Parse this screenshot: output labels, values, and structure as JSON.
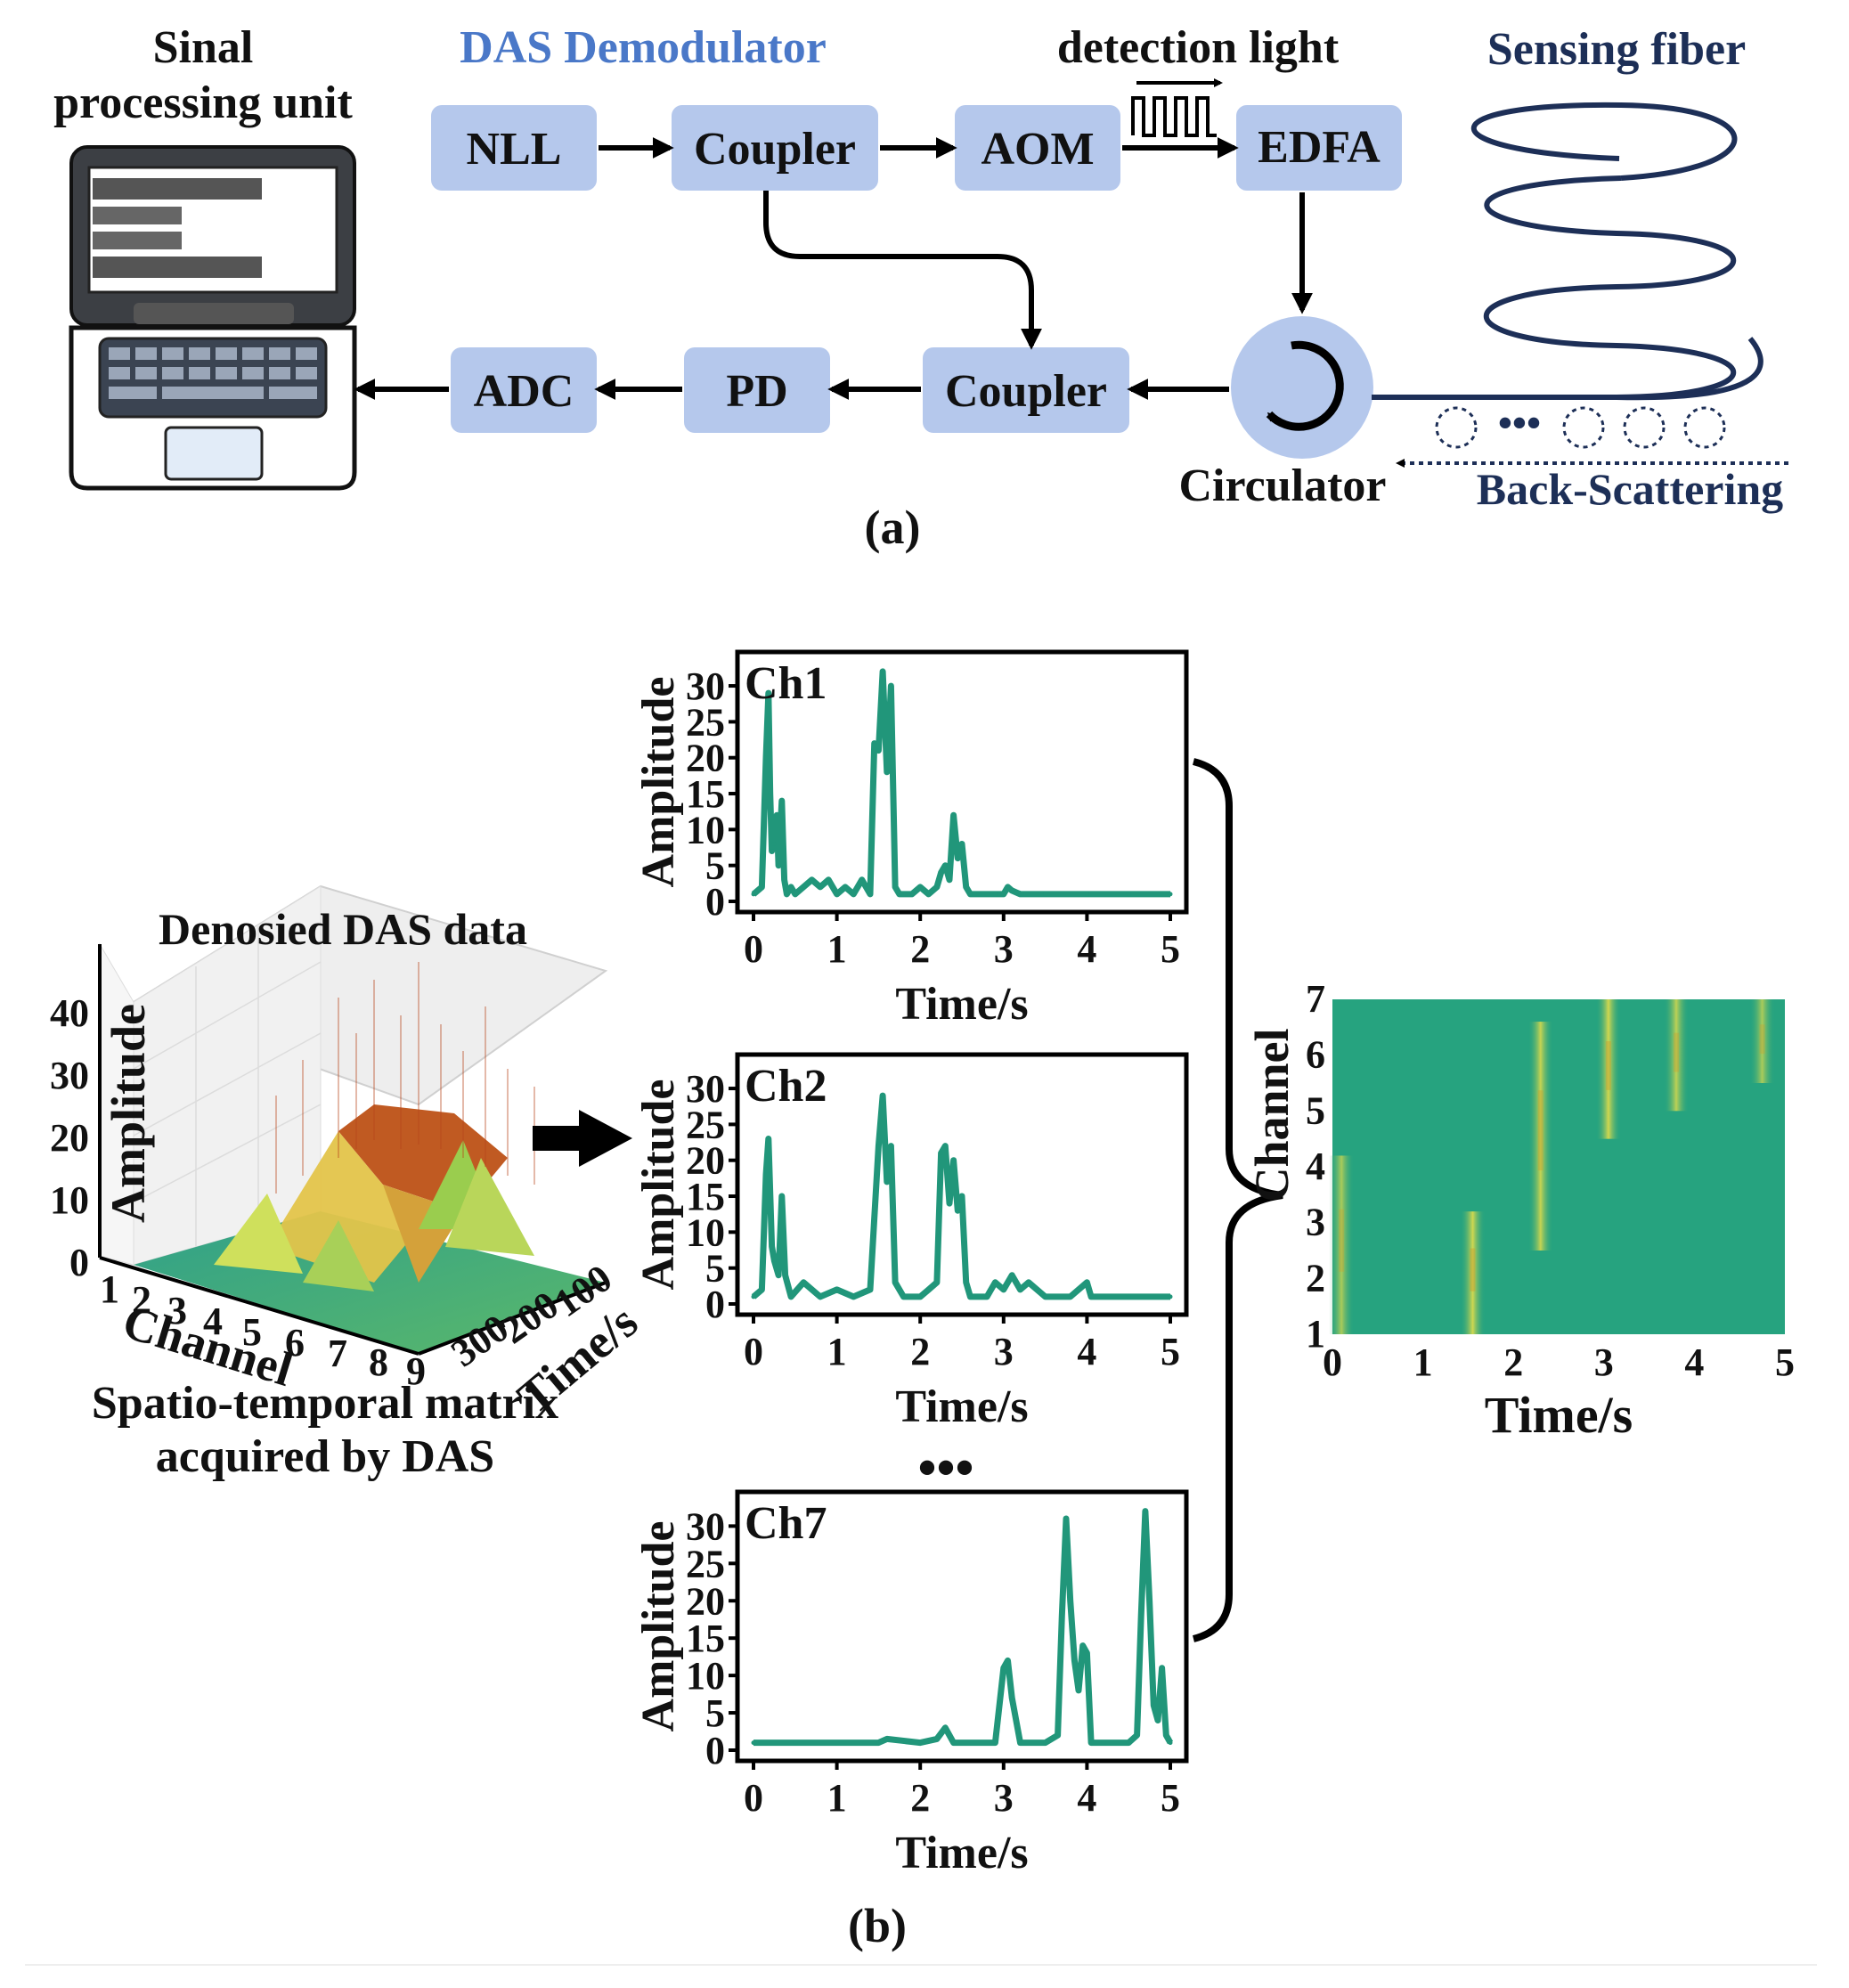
{
  "colors": {
    "box_fill": "#b5c8ec",
    "demod_title": "#4a78c8",
    "fiber": "#1d2f57",
    "trace": "#21967a",
    "heat_bg": "#26a37f",
    "heat_hot": "#e4dd4a"
  },
  "part_a": {
    "title_spu": [
      "Sinal",
      "processing unit"
    ],
    "title_demod": "DAS Demodulator",
    "title_detection": "detection light",
    "title_sensing": "Sensing fiber",
    "boxes": {
      "nll": "NLL",
      "coupler1": "Coupler",
      "aom": "AOM",
      "edfa": "EDFA",
      "coupler2": "Coupler",
      "pd": "PD",
      "adc": "ADC"
    },
    "circulator": "Circulator",
    "backscatter": "Back-Scattering",
    "icons": [
      "laptop-icon",
      "pulse-train-icon",
      "fiber-coil-icon",
      "circulator-icon"
    ],
    "caption": "(a)"
  },
  "part_b": {
    "caption": "(b)",
    "dots": "•••",
    "surface": {
      "title": "Denosied DAS data",
      "z_label": "Amplitude",
      "x_label": "Channel",
      "y_label": "Time/s",
      "z_ticks": [
        "40",
        "30",
        "20",
        "10",
        "0"
      ],
      "x_ticks": [
        "1",
        "2",
        "3",
        "4",
        "5",
        "6",
        "7",
        "8",
        "9"
      ],
      "y_ticks": [
        "100",
        "200",
        "300"
      ],
      "caption": [
        "Spatio-temporal matrix",
        "acquired by DAS"
      ]
    },
    "heatmap": {
      "x_label": "Time/s",
      "y_label": "Channel",
      "x_ticks": [
        "0",
        "1",
        "2",
        "3",
        "4",
        "5"
      ],
      "y_ticks": [
        "1",
        "2",
        "3",
        "4",
        "5",
        "6",
        "7"
      ]
    }
  },
  "chart_data": [
    {
      "type": "line",
      "name_label": "Ch1",
      "xlabel": "Time/s",
      "ylabel": "Amplitude",
      "xticks": [
        "0",
        "1",
        "2",
        "3",
        "4",
        "5"
      ],
      "yticks": [
        "0",
        "5",
        "10",
        "15",
        "20",
        "25",
        "30"
      ],
      "xlim": [
        0,
        5
      ],
      "ylim": [
        0,
        31
      ],
      "x": [
        0,
        0.1,
        0.15,
        0.18,
        0.2,
        0.22,
        0.25,
        0.28,
        0.3,
        0.34,
        0.37,
        0.4,
        0.45,
        0.5,
        0.7,
        0.8,
        0.9,
        1.0,
        1.1,
        1.2,
        1.3,
        1.4,
        1.45,
        1.5,
        1.55,
        1.6,
        1.65,
        1.7,
        1.75,
        1.8,
        1.9,
        2.0,
        2.1,
        2.2,
        2.25,
        2.3,
        2.35,
        2.4,
        2.45,
        2.5,
        2.55,
        2.6,
        2.7,
        2.8,
        2.9,
        3.0,
        3.05,
        3.1,
        3.2,
        3.5,
        4.0,
        4.5,
        5.0
      ],
      "y": [
        1,
        2,
        20,
        29,
        15,
        7,
        8,
        12,
        5,
        14,
        3,
        1,
        2,
        1,
        3,
        2,
        3,
        1,
        2,
        1,
        3,
        1,
        22,
        21,
        32,
        18,
        30,
        2,
        1,
        1,
        1,
        2,
        1,
        2,
        4,
        5,
        3,
        12,
        6,
        8,
        2,
        1,
        1,
        1,
        1,
        1,
        2,
        1.5,
        1,
        1,
        1,
        1,
        1
      ]
    },
    {
      "type": "line",
      "name_label": "Ch2",
      "xlabel": "Time/s",
      "ylabel": "Amplitude",
      "xticks": [
        "0",
        "1",
        "2",
        "3",
        "4",
        "5"
      ],
      "yticks": [
        "0",
        "5",
        "10",
        "15",
        "20",
        "25",
        "30"
      ],
      "xlim": [
        0,
        5
      ],
      "ylim": [
        0,
        31
      ],
      "x": [
        0,
        0.1,
        0.15,
        0.18,
        0.22,
        0.25,
        0.3,
        0.34,
        0.38,
        0.45,
        0.6,
        0.8,
        1.0,
        1.2,
        1.4,
        1.45,
        1.5,
        1.55,
        1.6,
        1.65,
        1.7,
        1.8,
        2.0,
        2.1,
        2.2,
        2.25,
        2.3,
        2.35,
        2.4,
        2.45,
        2.5,
        2.55,
        2.6,
        2.8,
        2.9,
        3.0,
        3.1,
        3.2,
        3.3,
        3.5,
        3.8,
        4.0,
        4.05,
        4.2,
        4.5,
        5.0
      ],
      "y": [
        1,
        2,
        18,
        23,
        8,
        6,
        4,
        15,
        4,
        1,
        3,
        1,
        2,
        1,
        2,
        12,
        22,
        29,
        17,
        22,
        3,
        1,
        1,
        2,
        3,
        21,
        22,
        14,
        20,
        13,
        15,
        3,
        1,
        1,
        3,
        2,
        4,
        2,
        3,
        1,
        1,
        3,
        1,
        1,
        1,
        1
      ]
    },
    {
      "type": "line",
      "name_label": "Ch7",
      "xlabel": "Time/s",
      "ylabel": "Amplitude",
      "xticks": [
        "0",
        "1",
        "2",
        "3",
        "4",
        "5"
      ],
      "yticks": [
        "0",
        "5",
        "10",
        "15",
        "20",
        "25",
        "30"
      ],
      "xlim": [
        0,
        5
      ],
      "ylim": [
        0,
        31
      ],
      "x": [
        0,
        0.5,
        1.0,
        1.5,
        1.6,
        2.0,
        2.2,
        2.3,
        2.4,
        2.9,
        3.0,
        3.05,
        3.1,
        3.2,
        3.5,
        3.65,
        3.7,
        3.75,
        3.8,
        3.85,
        3.9,
        3.95,
        4.0,
        4.05,
        4.2,
        4.5,
        4.6,
        4.65,
        4.7,
        4.75,
        4.8,
        4.85,
        4.9,
        4.95,
        5.0
      ],
      "y": [
        1,
        1,
        1,
        1,
        1.5,
        1,
        1.5,
        3,
        1,
        1,
        11,
        12,
        7,
        1,
        1,
        2,
        18,
        31,
        20,
        12,
        8,
        14,
        13,
        1,
        1,
        1,
        2,
        18,
        32,
        20,
        6,
        4,
        11,
        2,
        1
      ]
    },
    {
      "type": "heatmap",
      "xlabel": "Time/s",
      "ylabel": "Channel",
      "xlim": [
        0,
        5
      ],
      "ylim": [
        1,
        7
      ],
      "hot_spots": [
        {
          "t": 0.1,
          "channel": [
            1,
            4.2
          ],
          "intensity": 0.7
        },
        {
          "t": 1.55,
          "channel": [
            1,
            3.2
          ],
          "intensity": 0.9
        },
        {
          "t": 2.3,
          "channel": [
            2.5,
            6.6
          ],
          "intensity": 0.85
        },
        {
          "t": 3.05,
          "channel": [
            4.5,
            7
          ],
          "intensity": 0.9
        },
        {
          "t": 3.8,
          "channel": [
            5,
            7
          ],
          "intensity": 0.8
        },
        {
          "t": 4.75,
          "channel": [
            5.5,
            7
          ],
          "intensity": 0.7
        }
      ]
    }
  ]
}
